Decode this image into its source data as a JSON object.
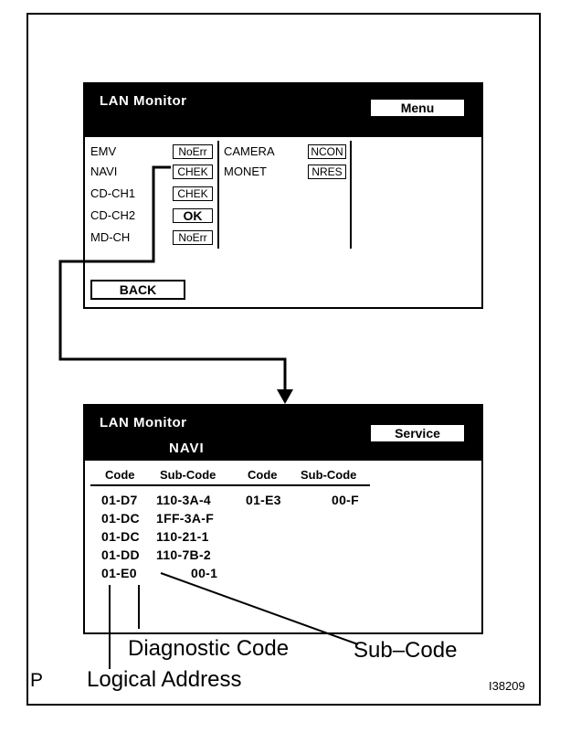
{
  "top_screen": {
    "title": "LAN Monitor",
    "menu_button": "Menu",
    "left_column": [
      {
        "name": "EMV",
        "status": "NoErr"
      },
      {
        "name": "NAVI",
        "status": "CHEK"
      },
      {
        "name": "CD-CH1",
        "status": "CHEK"
      },
      {
        "name": "CD-CH2",
        "status": "OK"
      },
      {
        "name": "MD-CH",
        "status": "NoErr"
      }
    ],
    "right_column": [
      {
        "name": "CAMERA",
        "status": "NCON"
      },
      {
        "name": "MONET",
        "status": "NRES"
      }
    ],
    "back_button": "BACK"
  },
  "bottom_screen": {
    "title": "LAN Monitor",
    "subtitle": "NAVI",
    "service_button": "Service",
    "headers": [
      "Code",
      "Sub-Code",
      "Code",
      "Sub-Code"
    ],
    "rows": [
      {
        "code": "01-D7",
        "sub_code": "110-3A-4",
        "code2": "01-E3",
        "sub_code2": "00-F"
      },
      {
        "code": "01-DC",
        "sub_code": "1FF-3A-F"
      },
      {
        "code": "01-DC",
        "sub_code": "110-21-1"
      },
      {
        "code": "01-DD",
        "sub_code": "110-7B-2"
      },
      {
        "code": "01-E0",
        "sub_code": "00-1"
      }
    ]
  },
  "callouts": {
    "diagnostic_code": "Diagnostic Code",
    "sub_code": "Sub–Code",
    "logical_address": "Logical Address"
  },
  "corner_letter": "P",
  "figure_id": "I38209"
}
